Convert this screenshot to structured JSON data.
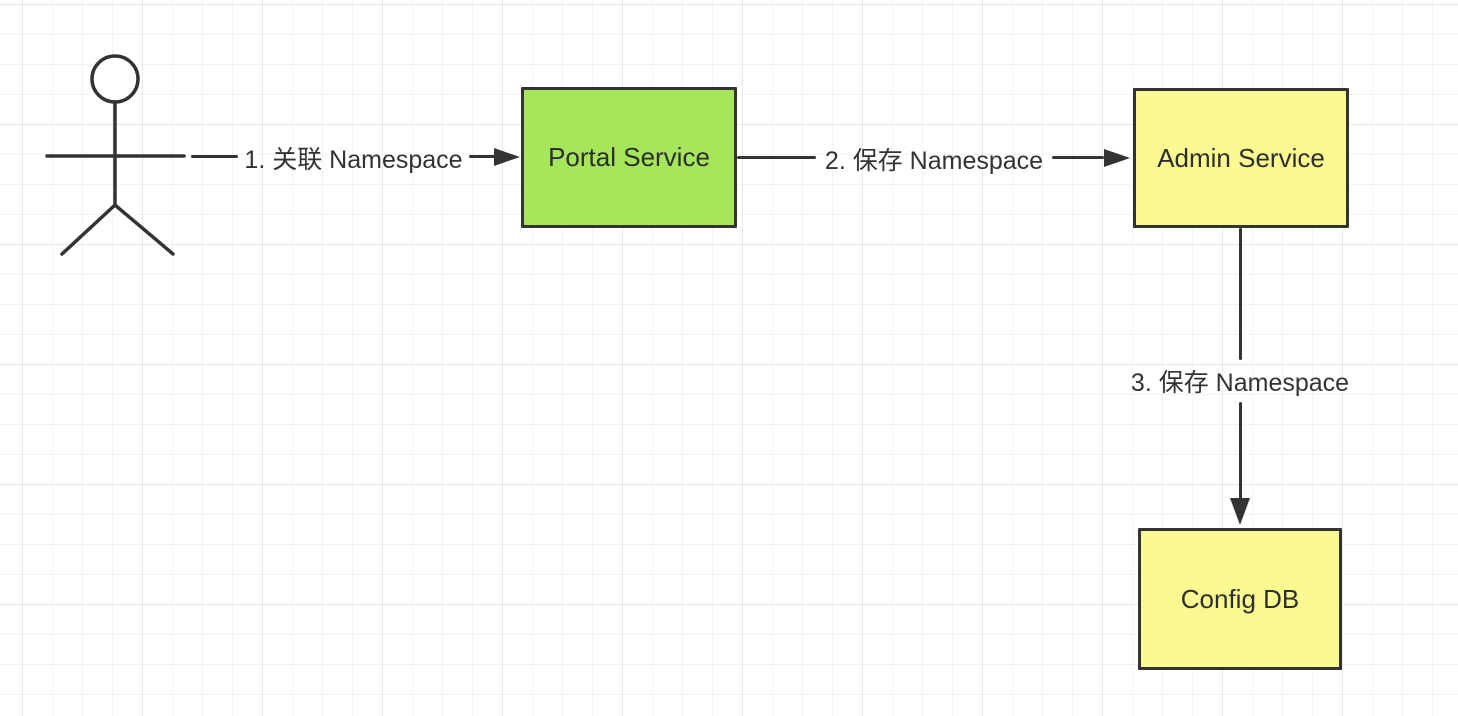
{
  "diagram": {
    "icons": {
      "actor": "stick-figure-person"
    },
    "nodes": [
      {
        "id": "portal-service",
        "label": "Portal Service",
        "fill": "#a5e65a"
      },
      {
        "id": "admin-service",
        "label": "Admin Service",
        "fill": "#fafa91"
      },
      {
        "id": "config-db",
        "label": "Config DB",
        "fill": "#fafa91"
      }
    ],
    "edges": [
      {
        "id": "edge-1",
        "from": "actor",
        "to": "portal-service",
        "label": "1. 关联 Namespace",
        "direction": "right"
      },
      {
        "id": "edge-2",
        "from": "portal-service",
        "to": "admin-service",
        "label": "2. 保存 Namespace",
        "direction": "right"
      },
      {
        "id": "edge-3",
        "from": "admin-service",
        "to": "config-db",
        "label": "3. 保存 Namespace",
        "direction": "down"
      }
    ],
    "colors": {
      "line": "#333333",
      "border": "#333333",
      "text": "#333333",
      "node_green_fill": "#a5e65a",
      "node_yellow_fill": "#fafa91",
      "background": "#ffffff",
      "grid_minor": "#f3f3f3",
      "grid_major": "#e9e9e9"
    }
  }
}
